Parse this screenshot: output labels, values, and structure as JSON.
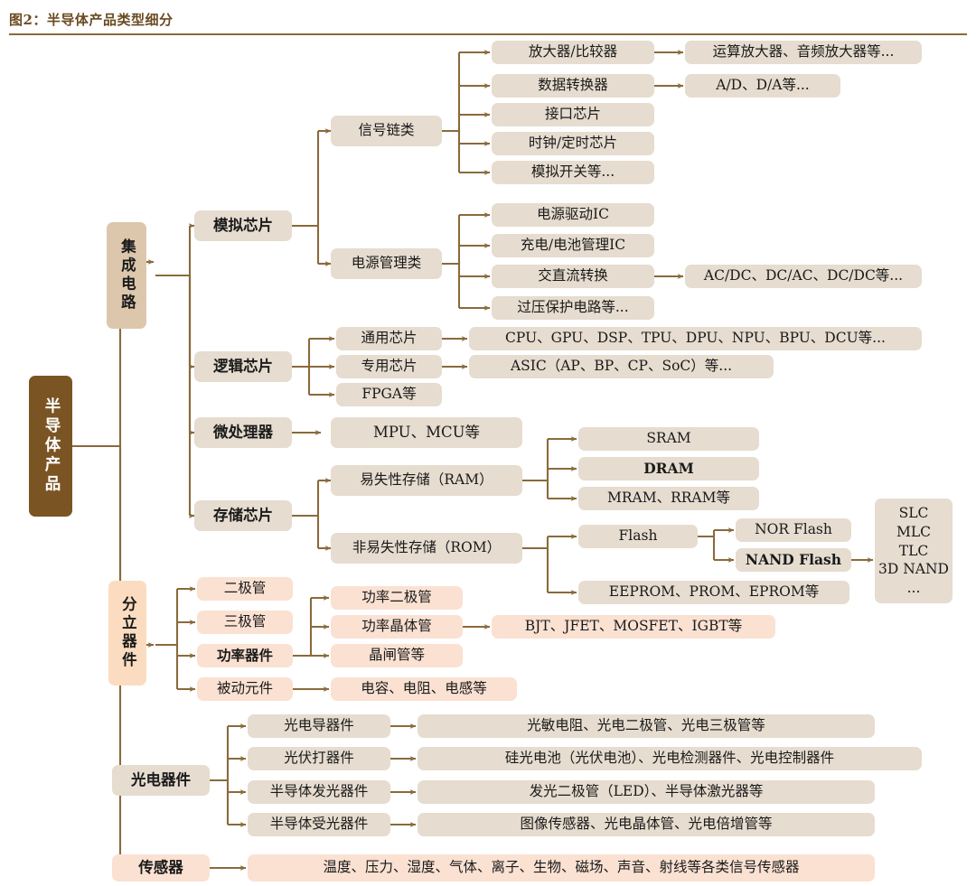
{
  "header": {
    "title": "图2：半导体产品类型细分"
  },
  "colors": {
    "root_bg": "#7b5423",
    "root_fg": "#ffffff",
    "ic_bg": "#dcc7ad",
    "beige_bg": "#e6dccf",
    "discrete_bg": "#fbdcc0",
    "peach_bg": "#fae1d2",
    "wire": "#8a6a3b",
    "rule": "#8a6a3b",
    "title_fg": "#6b4a22"
  },
  "diagram": {
    "type": "tree",
    "root": {
      "label": "半导体产品",
      "orientation": "vertical"
    },
    "branches": [
      {
        "label": "集成电路",
        "orientation": "vertical",
        "children": [
          {
            "label": "模拟芯片",
            "children": [
              {
                "label": "信号链类",
                "children": [
                  {
                    "label": "放大器/比较器",
                    "children": [
                      {
                        "label": "运算放大器、音频放大器等..."
                      }
                    ]
                  },
                  {
                    "label": "数据转换器",
                    "children": [
                      {
                        "label": "A/D、D/A等..."
                      }
                    ]
                  },
                  {
                    "label": "接口芯片",
                    "children": []
                  },
                  {
                    "label": "时钟/定时芯片",
                    "children": []
                  },
                  {
                    "label": "模拟开关等...",
                    "children": []
                  }
                ]
              },
              {
                "label": "电源管理类",
                "children": [
                  {
                    "label": "电源驱动IC",
                    "children": []
                  },
                  {
                    "label": "充电/电池管理IC",
                    "children": []
                  },
                  {
                    "label": "交直流转换",
                    "children": [
                      {
                        "label": "AC/DC、DC/AC、DC/DC等..."
                      }
                    ]
                  },
                  {
                    "label": "过压保护电路等...",
                    "children": []
                  }
                ]
              }
            ]
          },
          {
            "label": "逻辑芯片",
            "children": [
              {
                "label": "通用芯片",
                "children": [
                  {
                    "label": "CPU、GPU、DSP、TPU、DPU、NPU、BPU、DCU等..."
                  }
                ]
              },
              {
                "label": "专用芯片",
                "children": [
                  {
                    "label": "ASIC（AP、BP、CP、SoC）等..."
                  }
                ]
              },
              {
                "label": "FPGA等",
                "children": []
              }
            ]
          },
          {
            "label": "微处理器",
            "children": [
              {
                "label": "MPU、MCU等",
                "children": []
              }
            ]
          },
          {
            "label": "存储芯片",
            "children": [
              {
                "label": "易失性存储（RAM）",
                "children": [
                  {
                    "label": "SRAM"
                  },
                  {
                    "label": "DRAM",
                    "bold": true
                  },
                  {
                    "label": "MRAM、RRAM等"
                  }
                ]
              },
              {
                "label": "非易失性存储（ROM）",
                "children": [
                  {
                    "label": "Flash",
                    "children": [
                      {
                        "label": "NOR Flash"
                      },
                      {
                        "label": "NAND Flash",
                        "bold": true,
                        "children": [
                          {
                            "label": "SLC\nMLC\nTLC\n3D NAND\n..."
                          }
                        ]
                      }
                    ]
                  },
                  {
                    "label": "EEPROM、PROM、EPROM等"
                  }
                ]
              }
            ]
          }
        ]
      },
      {
        "label": "分立器件",
        "orientation": "vertical",
        "children": [
          {
            "label": "二极管",
            "children": []
          },
          {
            "label": "三极管",
            "children": []
          },
          {
            "label": "功率器件",
            "bold": true,
            "children": [
              {
                "label": "功率二极管",
                "children": []
              },
              {
                "label": "功率晶体管",
                "children": [
                  {
                    "label": "BJT、JFET、MOSFET、IGBT等"
                  }
                ]
              },
              {
                "label": "晶闸管等",
                "children": []
              }
            ]
          },
          {
            "label": "被动元件",
            "children": [
              {
                "label": "电容、电阻、电感等"
              }
            ]
          }
        ]
      },
      {
        "label": "光电器件",
        "children": [
          {
            "label": "光电导器件",
            "children": [
              {
                "label": "光敏电阻、光电二极管、光电三极管等"
              }
            ]
          },
          {
            "label": "光伏打器件",
            "children": [
              {
                "label": "硅光电池（光伏电池）、光电检测器件、光电控制器件"
              }
            ]
          },
          {
            "label": "半导体发光器件",
            "children": [
              {
                "label": "发光二极管（LED）、半导体激光器等"
              }
            ]
          },
          {
            "label": "半导体受光器件",
            "children": [
              {
                "label": "图像传感器、光电晶体管、光电倍增管等"
              }
            ]
          }
        ]
      },
      {
        "label": "传感器",
        "children": [
          {
            "label": "温度、压力、湿度、气体、离子、生物、磁场、声音、射线等各类信号传感器"
          }
        ]
      }
    ]
  },
  "nodes": {
    "root": "半导体产品",
    "ic": "集成电路",
    "analog": "模拟芯片",
    "signal_chain": "信号链类",
    "amp_comp": "放大器/比较器",
    "opamp_audio": "运算放大器、音频放大器等...",
    "data_conv": "数据转换器",
    "ad_da": "A/D、D/A等...",
    "interface_chip": "接口芯片",
    "clock_timer": "时钟/定时芯片",
    "analog_switch": "模拟开关等...",
    "power_mgmt": "电源管理类",
    "power_drv_ic": "电源驱动IC",
    "charge_batt_ic": "充电/电池管理IC",
    "ac_dc_conv": "交直流转换",
    "acdc_list": "AC/DC、DC/AC、DC/DC等...",
    "overvolt": "过压保护电路等...",
    "logic": "逻辑芯片",
    "general_chip": "通用芯片",
    "cpu_list": "CPU、GPU、DSP、TPU、DPU、NPU、BPU、DCU等...",
    "asic_chip": "专用芯片",
    "asic_list": "ASIC（AP、BP、CP、SoC）等...",
    "fpga": "FPGA等",
    "mpu_node": "微处理器",
    "mpu_mcu": "MPU、MCU等",
    "memory": "存储芯片",
    "ram": "易失性存储（RAM）",
    "sram": "SRAM",
    "dram": "DRAM",
    "mram": "MRAM、RRAM等",
    "rom": "非易失性存储（ROM）",
    "flash": "Flash",
    "nor_flash": "NOR Flash",
    "nand_flash": "NAND Flash",
    "nand_types": "SLC\nMLC\nTLC\n3D NAND\n...",
    "eeprom": "EEPROM、PROM、EPROM等",
    "discrete": "分立器件",
    "diode": "二极管",
    "triode": "三极管",
    "power_dev": "功率器件",
    "power_diode": "功率二极管",
    "power_trans": "功率晶体管",
    "bjt_list": "BJT、JFET、MOSFET、IGBT等",
    "thyristor": "晶闸管等",
    "passive": "被动元件",
    "passive_list": "电容、电阻、电感等",
    "opto": "光电器件",
    "photocond": "光电导器件",
    "photocond_list": "光敏电阻、光电二极管、光电三极管等",
    "photovolt": "光伏打器件",
    "photovolt_list": "硅光电池（光伏电池）、光电检测器件、光电控制器件",
    "led_dev": "半导体发光器件",
    "led_list": "发光二极管（LED）、半导体激光器等",
    "photorecv": "半导体受光器件",
    "photorecv_list": "图像传感器、光电晶体管、光电倍增管等",
    "sensor": "传感器",
    "sensor_list": "温度、压力、湿度、气体、离子、生物、磁场、声音、射线等各类信号传感器"
  }
}
